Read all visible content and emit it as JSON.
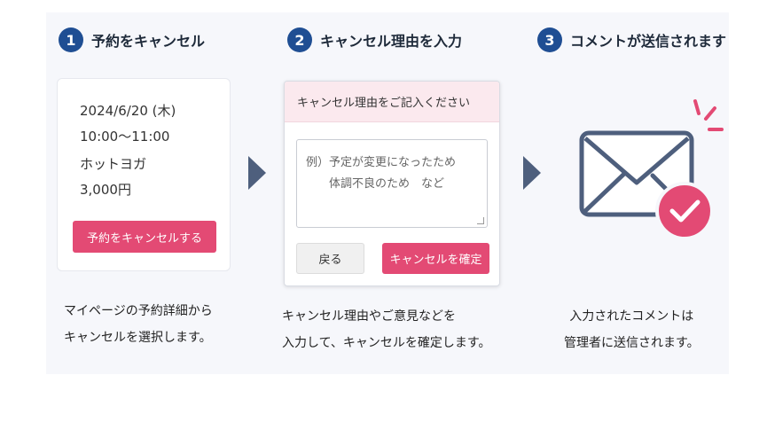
{
  "steps": [
    {
      "number": "1",
      "title": "予約をキャンセル"
    },
    {
      "number": "2",
      "title": "キャンセル理由を入力"
    },
    {
      "number": "3",
      "title": "コメントが送信されます"
    }
  ],
  "reservation": {
    "date": "2024/6/20 (木)",
    "time": "10:00〜11:00",
    "class_name": "ホットヨガ",
    "price": "3,000円",
    "cancel_button": "予約をキャンセルする"
  },
  "reason_form": {
    "header": "キャンセル理由をご記入ください",
    "placeholder_line1": "例）予定が変更になったため",
    "placeholder_line2": "体調不良のため　など",
    "back_button": "戻る",
    "confirm_button": "キャンセルを確定"
  },
  "captions": {
    "step1_line1": "マイページの予約詳細から",
    "step1_line2": "キャンセルを選択します。",
    "step2_line1": "キャンセル理由やご意見などを",
    "step2_line2": "入力して、キャンセルを確定します。",
    "step3_line1": "入力されたコメントは",
    "step3_line2": "管理者に送信されます。"
  },
  "colors": {
    "step_badge": "#1f4e93",
    "accent_pink": "#e34a74",
    "arrow": "#4e5f7d",
    "envelope_stroke": "#4e5f7d"
  },
  "icons": {
    "envelope": "envelope-icon",
    "check": "check-circle-icon"
  }
}
